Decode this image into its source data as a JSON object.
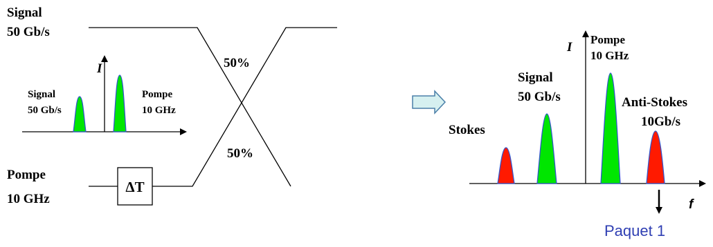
{
  "colors": {
    "line": "#000000",
    "signal_fill": "#00e600",
    "pump_fill": "#00e600",
    "stokes_fill": "#ff1a00",
    "peak_outline": "#3355cc",
    "arrow_fill": "#d6f0f0",
    "arrow_stroke": "#4a7fa8",
    "packet_text": "#2f3fb3"
  },
  "left": {
    "signal_input": [
      "Signal",
      "50 Gb/s"
    ],
    "pump_input": [
      "Pompe",
      "10 GHz"
    ],
    "coupling_top": "50%",
    "coupling_bottom": "50%",
    "delay": "ΔT",
    "inset": {
      "axis_label": "I",
      "signal_label": [
        "Signal",
        "50 Gb/s"
      ],
      "pump_label": [
        "Pompe",
        "10 GHz"
      ]
    }
  },
  "right": {
    "y_axis": "I",
    "x_axis": "f",
    "pump": [
      "Pompe",
      "10 GHz"
    ],
    "signal": [
      "Signal",
      "50 Gb/s"
    ],
    "stokes": "Stokes",
    "anti_stokes": [
      "Anti-Stokes",
      "10Gb/s"
    ],
    "packet": "Paquet 1"
  }
}
